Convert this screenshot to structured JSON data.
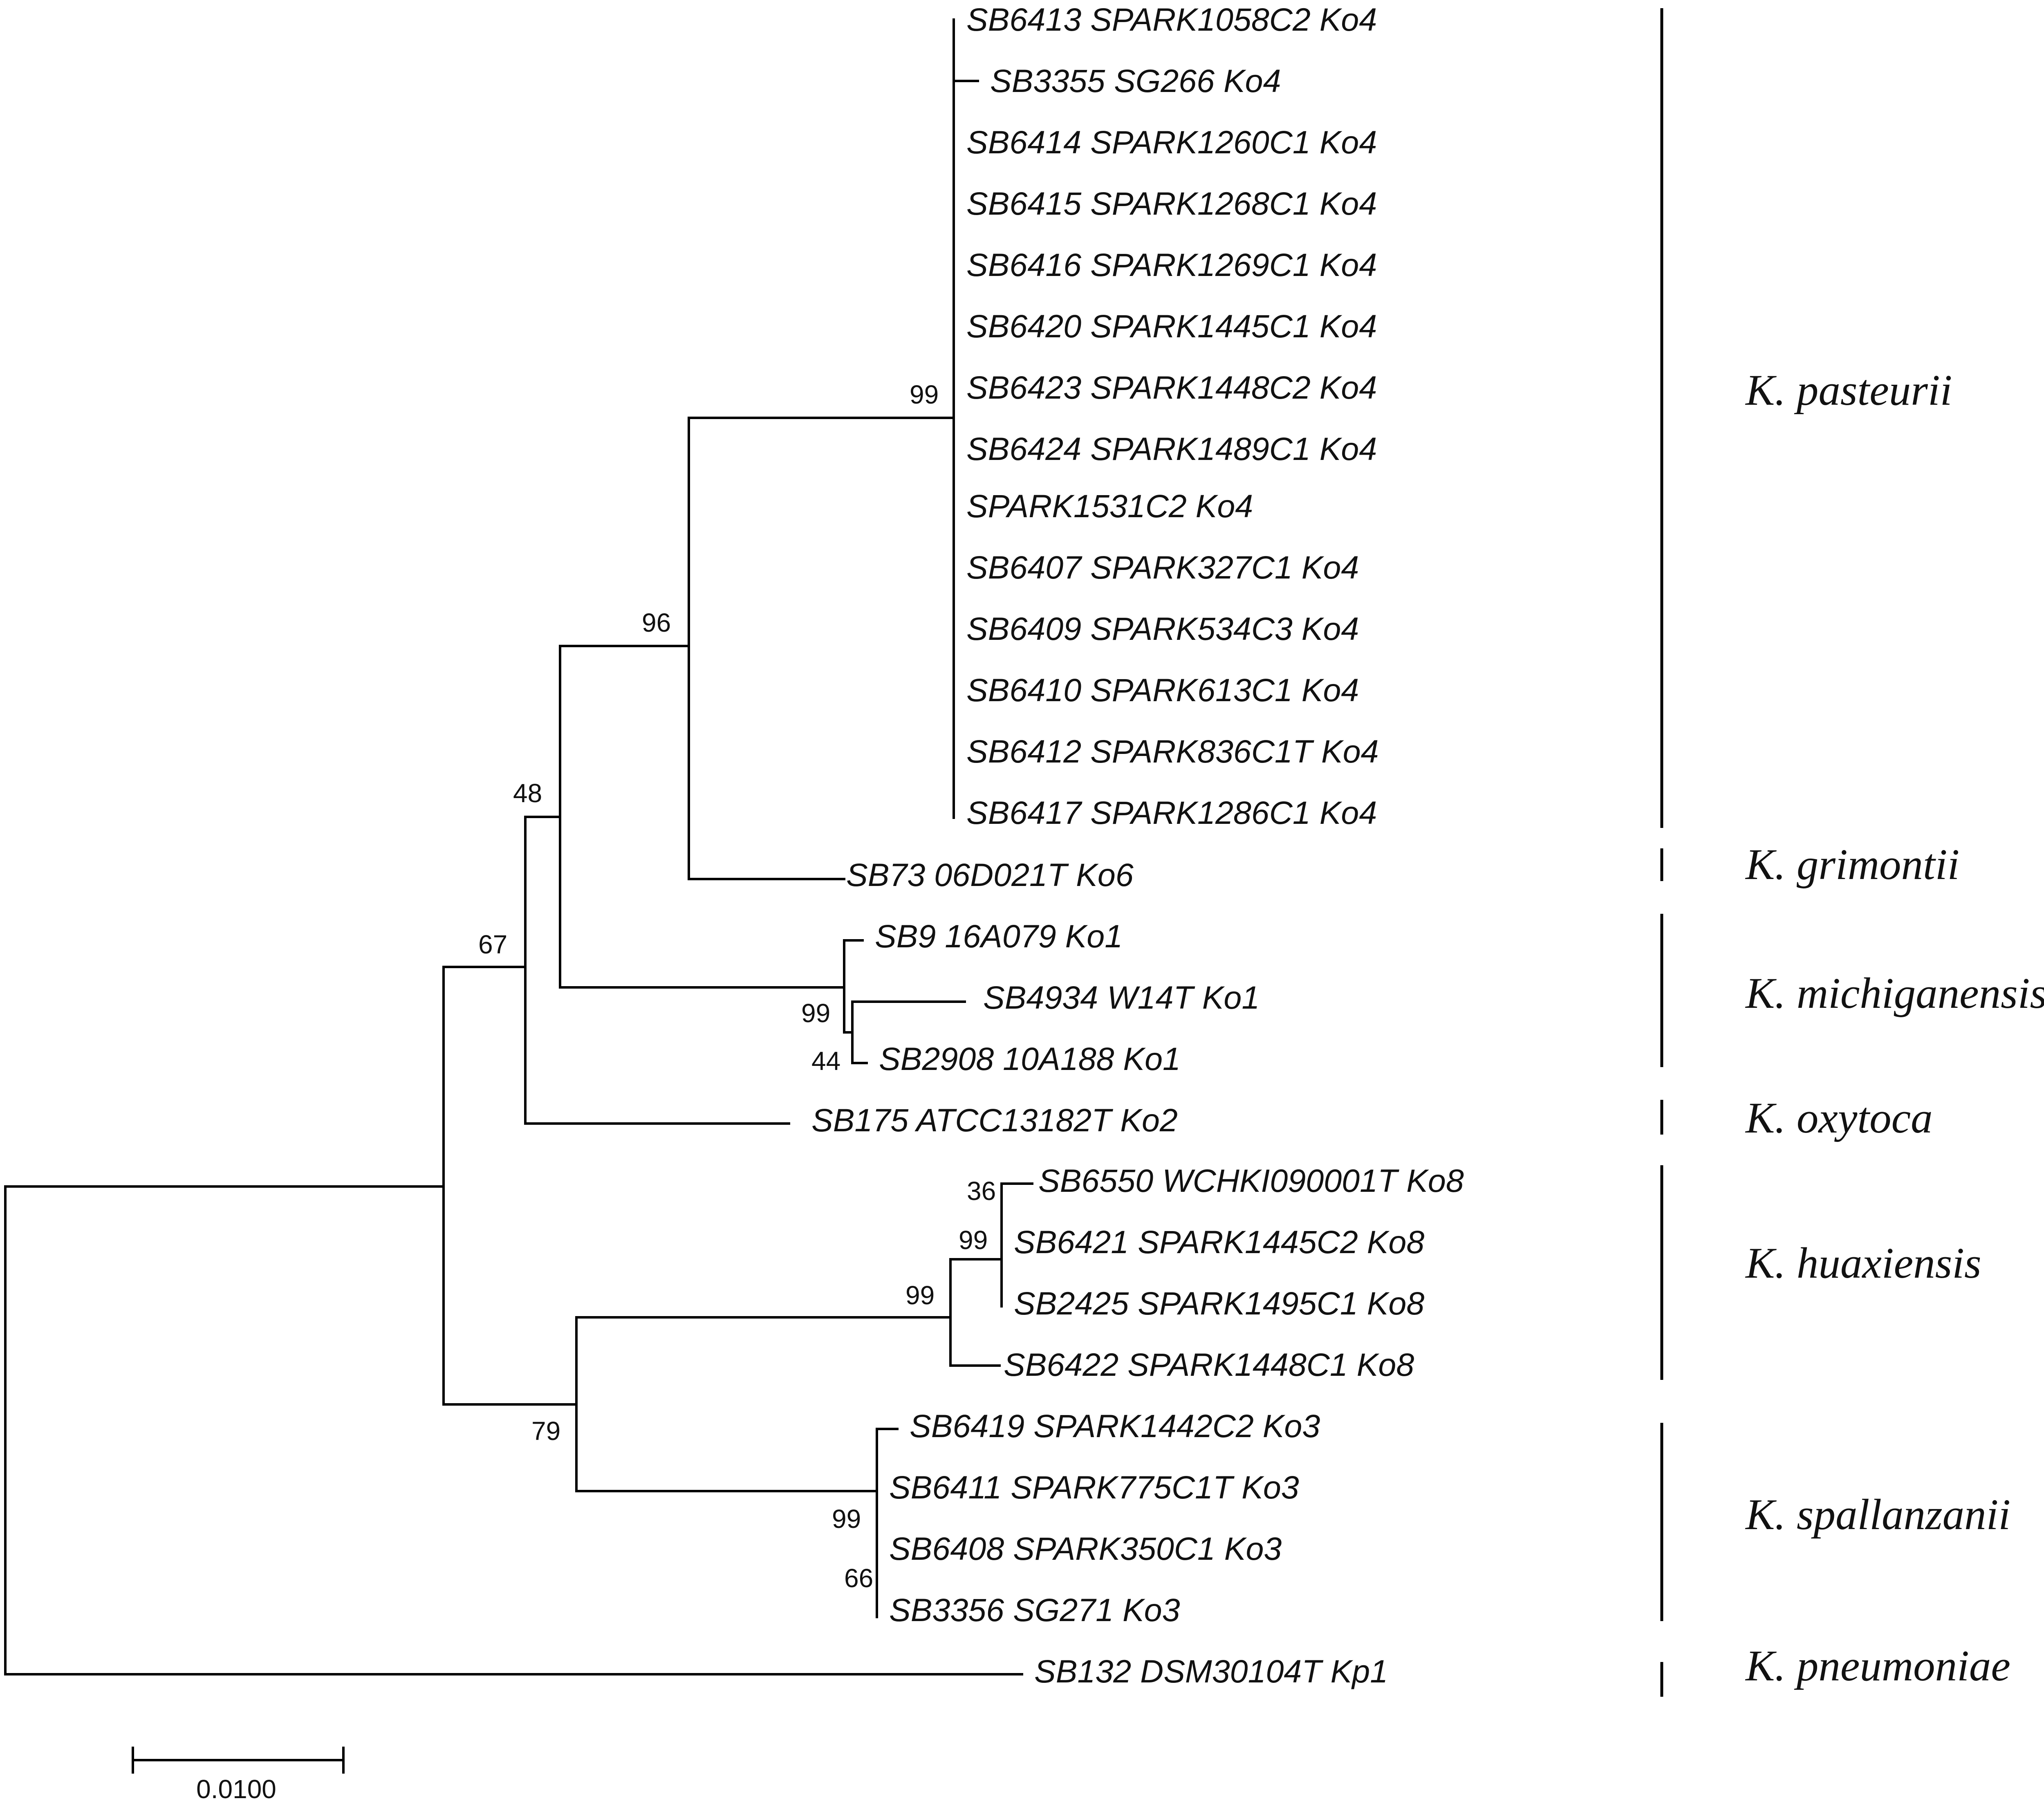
{
  "taxa": [
    "SB6413 SPARK1058C2 Ko4",
    "SB3355 SG266 Ko4",
    "SB6414 SPARK1260C1 Ko4",
    "SB6415 SPARK1268C1 Ko4",
    "SB6416 SPARK1269C1 Ko4",
    "SB6420 SPARK1445C1 Ko4",
    "SB6423 SPARK1448C2 Ko4",
    "SB6424 SPARK1489C1 Ko4",
    "SPARK1531C2 Ko4",
    "SB6407 SPARK327C1 Ko4",
    "SB6409 SPARK534C3 Ko4",
    "SB6410 SPARK613C1 Ko4",
    "SB6412 SPARK836C1T Ko4",
    "SB6417 SPARK1286C1 Ko4",
    "SB73 06D021T Ko6",
    "SB9 16A079 Ko1",
    "SB4934 W14T Ko1",
    "SB2908 10A188 Ko1",
    "SB175 ATCC13182T Ko2",
    "SB6550 WCHKI090001T Ko8",
    "SB6421 SPARK1445C2 Ko8",
    "SB2425 SPARK1495C1 Ko8",
    "SB6422 SPARK1448C1 Ko8",
    "SB6419 SPARK1442C2 Ko3",
    "SB6411 SPARK775C1T Ko3",
    "SB6408 SPARK350C1 Ko3",
    "SB3356 SG271 Ko3",
    "SB132 DSM30104T Kp1"
  ],
  "bootstrap_values": [
    "99",
    "96",
    "48",
    "67",
    "99",
    "44",
    "36",
    "99",
    "99",
    "79",
    "99",
    "66"
  ],
  "species": [
    "K. pasteurii",
    "K. grimontii",
    "K. michiganensis",
    "K. oxytoca",
    "K. huaxiensis",
    "K. spallanzanii",
    "K. pneumoniae"
  ],
  "scale": {
    "label": "0.0100",
    "value": 0.01
  }
}
